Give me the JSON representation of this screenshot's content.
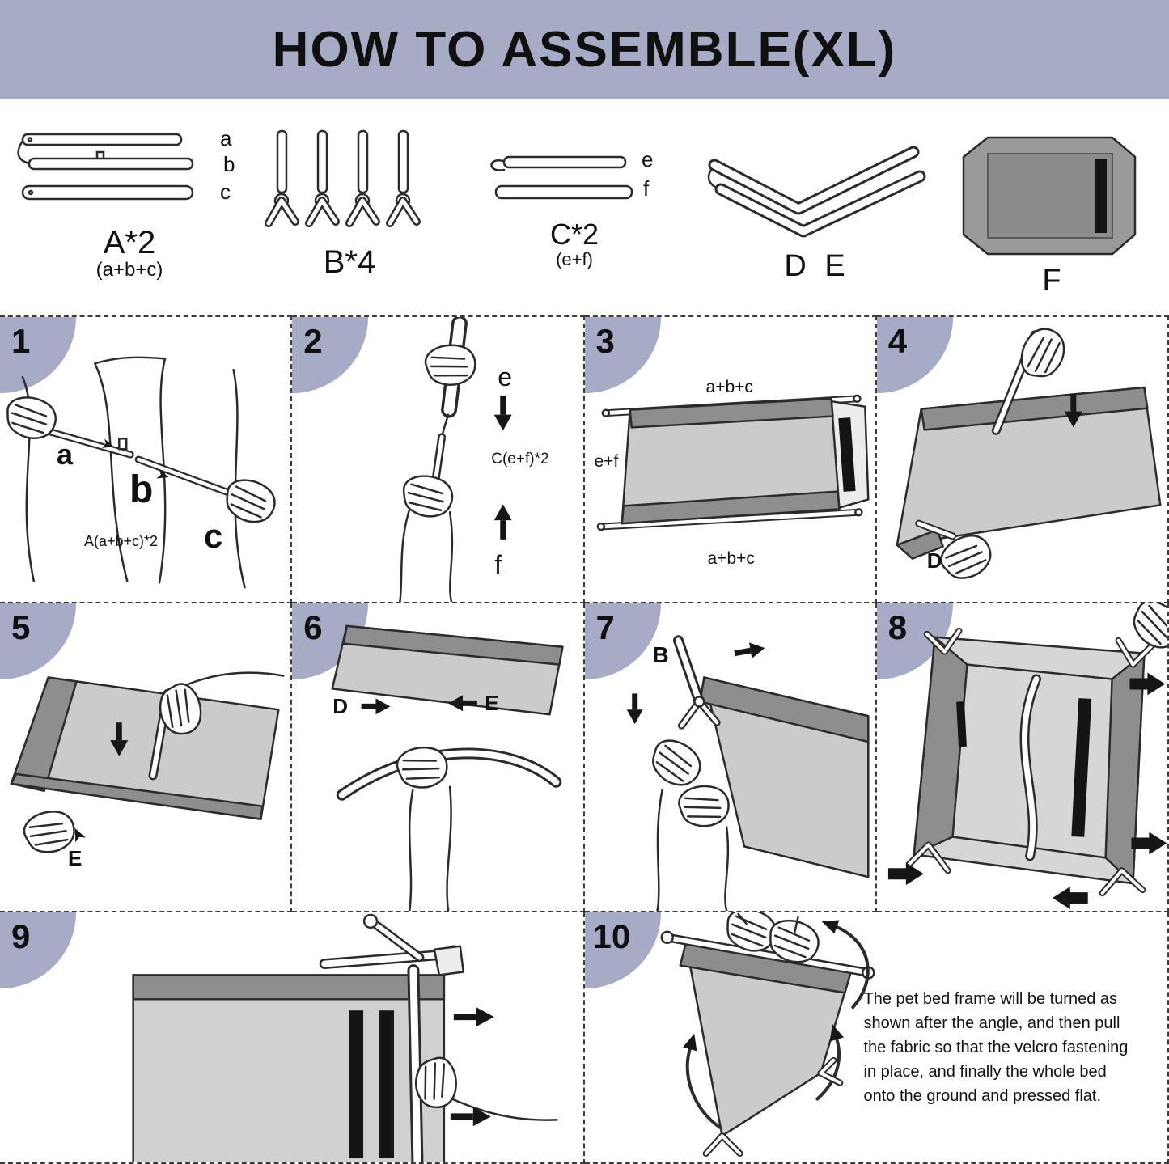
{
  "header": {
    "title": "HOW TO ASSEMBLE(XL)"
  },
  "parts": {
    "a": {
      "name": "A*2",
      "sub": "(a+b+c)",
      "l1": "a",
      "l2": "b",
      "l3": "c"
    },
    "b": {
      "name": "B*4"
    },
    "c": {
      "name": "C*2",
      "sub": "(e+f)",
      "l1": "e",
      "l2": "f"
    },
    "de": {
      "name": "D E"
    },
    "f": {
      "name": "F"
    }
  },
  "steps": {
    "s1": {
      "num": "1",
      "la": "a",
      "lb": "b",
      "lc": "c",
      "formula": "A(a+b+c)*2"
    },
    "s2": {
      "num": "2",
      "le": "e",
      "lf": "f",
      "formula": "C(e+f)*2"
    },
    "s3": {
      "num": "3",
      "top": "a+b+c",
      "left": "e+f",
      "bottom": "a+b+c"
    },
    "s4": {
      "num": "4",
      "ld": "D"
    },
    "s5": {
      "num": "5",
      "le": "E"
    },
    "s6": {
      "num": "6",
      "ld": "D",
      "le": "E"
    },
    "s7": {
      "num": "7",
      "lb": "B"
    },
    "s8": {
      "num": "8"
    },
    "s9": {
      "num": "9"
    },
    "s10": {
      "num": "10",
      "note": "The pet bed frame will be turned as shown after the angle, and then pull the fabric so that the velcro fastening in place, and finally the whole bed onto the ground and pressed flat."
    }
  },
  "colors": {
    "accent": "#a6abc6",
    "fabric_light": "#cbcbcb",
    "fabric_dark": "#8e8e8e",
    "velcro": "#141414"
  }
}
